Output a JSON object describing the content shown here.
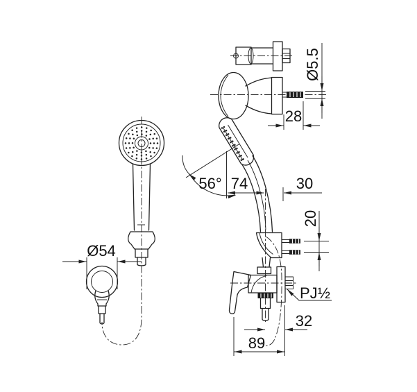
{
  "drawing": {
    "title": "hand-shower-set-installation-drawing",
    "background": "#ffffff",
    "line_color": "#222222",
    "labels": {
      "head_diameter": "Ø54",
      "spray_angle": "56°",
      "head_to_center": "74",
      "center_to_wall": "30",
      "screw_spacing": "20",
      "bracket_screw_length": "28",
      "bracket_screw_diameter": "Ø5.5",
      "thread_type": "PJ½",
      "outlet_to_wall": "32",
      "valve_depth": "89"
    }
  }
}
